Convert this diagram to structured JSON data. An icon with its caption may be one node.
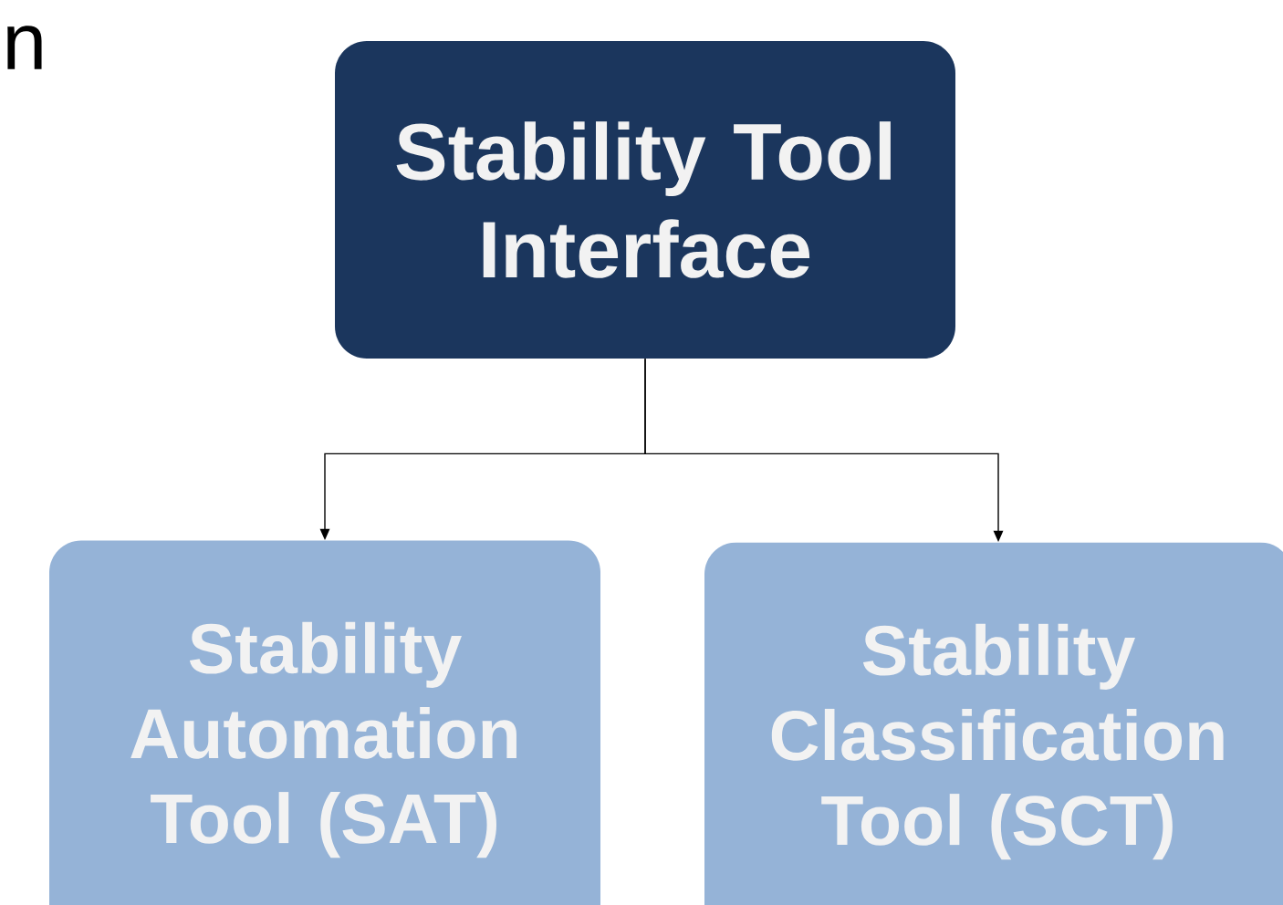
{
  "diagram": {
    "nodes": [
      {
        "text": [
          "Stability Tool Interface"
        ]
      },
      {
        "text": [
          "Stability Automation Tool (SAT)"
        ]
      },
      {
        "text": [
          "Stability Classification Tool (SCT)"
        ]
      }
    ],
    "edges": [
      {
        "from": 0,
        "to": 1,
        "arrow": "to"
      },
      {
        "from": 0,
        "to": 2,
        "arrow": "to"
      }
    ],
    "labels": [
      "n"
    ]
  }
}
